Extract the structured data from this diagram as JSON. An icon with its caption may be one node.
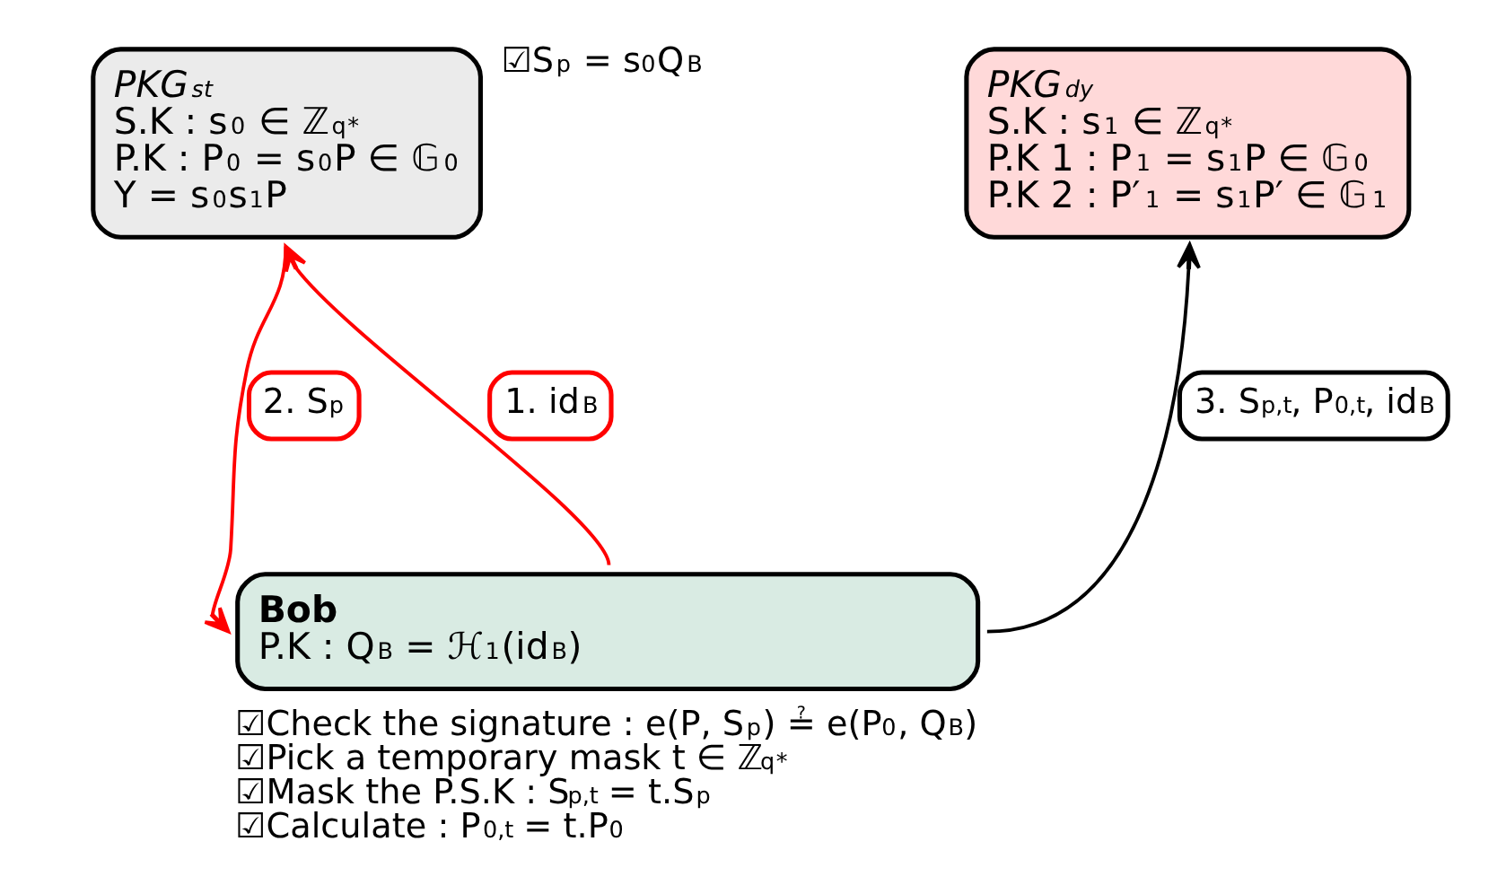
{
  "diagram": {
    "nodes": [
      {
        "text": [
          "PKG$_{st}$",
          "S.K : s$_{0}$ ∈ ℤ$_{q}$$^{*}$",
          "P.K : P$_{0}$ = s$_{0}$P ∈ 𝔾$_{0}$",
          "Y = s$_{0}$s$_{1}$P"
        ],
        "beside": [
          "☑S$_{p}$ = s$_{0}$Q$_{B}$"
        ]
      },
      {
        "text": [
          "PKG$_{dy}$",
          "S.K : s$_{1}$ ∈ ℤ$_{q}$$^{*}$",
          "P.K 1 : P$_{1}$ = s$_{1}$P ∈ 𝔾$_{0}$",
          "P.K 2 : P′$_{1}$ = s$_{1}$P′ ∈ 𝔾$_{1}$"
        ]
      },
      {
        "text": [
          "Bob",
          "P.K : Q$_{B}$ = ℋ$_{1}$(id$_{B}$)"
        ],
        "beside": [
          "☑Check the signature : e(P, S$_{p}$) ≟ e(P$_{0}$, Q$_{B}$)",
          "☑Pick a temporary mask t ∈ ℤ$_{q}$$^{*}$",
          "☑Mask the P.S.K : S$_{p,t}$ = t.S$_{p}$",
          "☑Calculate : P$_{0,t}$ = t.P$_{0}$"
        ]
      }
    ],
    "edges": [
      {
        "from": 2,
        "to": 0,
        "arrow": "to",
        "label": "1. id$_{B}$",
        "color": "#ff0000"
      },
      {
        "from": 0,
        "to": 2,
        "arrow": "to",
        "label": "2. S$_{p}$",
        "color": "#ff0000"
      },
      {
        "from": 2,
        "to": 1,
        "arrow": "to",
        "label": "3. S$_{p,t}$, P$_{0,t}$, id$_{B}$",
        "color": "#000000"
      }
    ]
  }
}
